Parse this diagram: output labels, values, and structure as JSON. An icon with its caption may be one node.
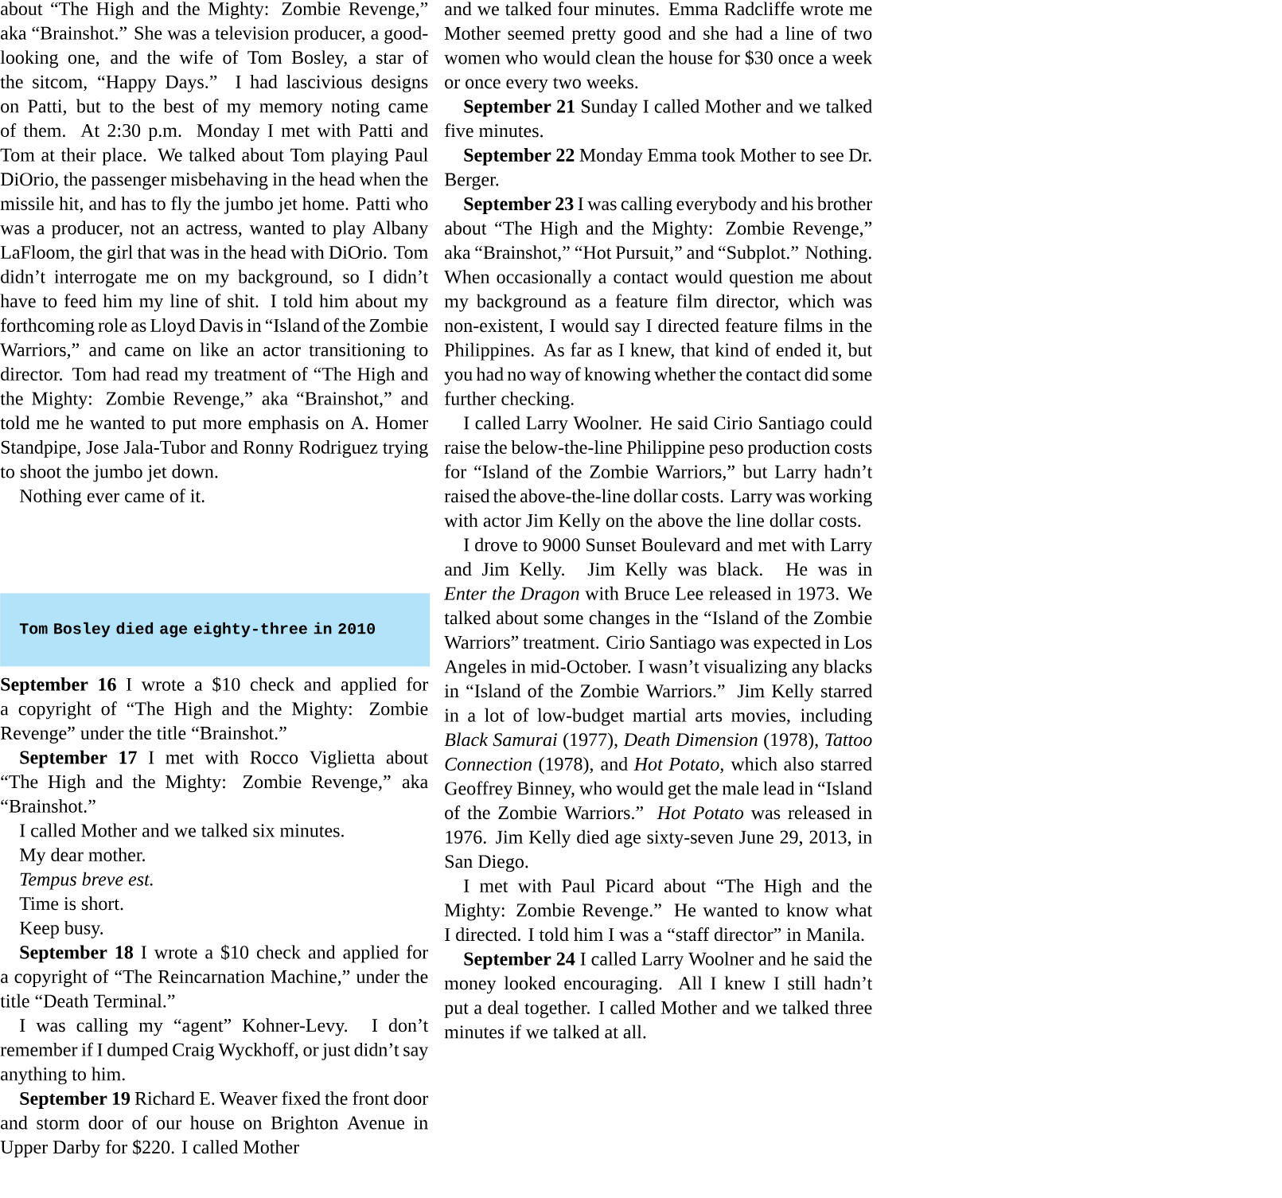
{
  "diagram": {
    "nodes": [
      {
        "text": [
          "Tom Bosley died age eighty-three in 2010"
        ]
      }
    ],
    "labels": [
      "about “The High and the Mighty: Zombie Revenge,” aka “Brainshot.” She was a television producer, a good-looking one, and the wife of Tom Bosley, a star of the sitcom, “Happy Days.” I had lascivious designs on Patti, but to the best of my memory noting came of them. At 2:30 p.m. Monday I met with Patti and Tom at their place. We talked about Tom playing Paul DiOrio, the passenger misbehaving in the head when the missile hit, and has to fly the jumbo jet home. Patti who was a producer, not an actress, wanted to play Albany LaFloom, the girl that was in the head with DiOrio. Tom didn’t interrogate me on my background, so I didn’t have to feed him my line of shit. I told him about my forthcoming role as Lloyd Davis in “Island of the Zombie Warriors,” and came on like an actor transitioning to director. Tom had read my treatment of “The High and the Mighty: Zombie Revenge,” aka “Brainshot,” and told me he wanted to put more emphasis on A. Homer Standpipe, Jose Jala-Tubor and Ronny Rodriguez trying to shoot the jumbo jet down.",
      "Nothing ever came of it.",
      "**September 16** I wrote a $10 check and applied for a copyright of “The High and the Mighty: Zombie Revenge” under the title “Brainshot.”",
      "**September 17** I met with Rocco Viglietta about “The High and the Mighty: Zombie Revenge,” aka “Brainshot.”",
      "I called Mother and we talked six minutes.",
      "My dear mother.",
      "*Tempus breve est.*",
      "Time is short.",
      "Keep busy.",
      "**September 18** I wrote a $10 check and applied for a copyright of “The Reincarnation Machine,” under the title “Death Terminal.”",
      "I was calling my “agent” Kohner-Levy. I don’t remember if I dumped Craig Wyckhoff, or just didn’t say anything to him.",
      "**September 19** Richard E. Weaver fixed the front door and storm door of our house on Brighton Avenue in Upper Darby for $220. I called Mother",
      "and we talked four minutes. Emma Radcliffe wrote me Mother seemed pretty good and she had a line of two women who would clean the house for $30 once a week or once every two weeks.",
      "**September 21** Sunday I called Mother and we talked five minutes.",
      "**September 22** Monday Emma took Mother to see Dr. Berger.",
      "**September 23** I was calling everybody and his brother about “The High and the Mighty: Zombie Revenge,” aka “Brainshot,” “Hot Pursuit,” and “Subplot.” Nothing. When occasionally a contact would question me about my background as a feature film director, which was non-existent, I would say I directed feature films in the Philippines. As far as I knew, that kind of ended it, but you had no way of knowing whether the contact did some further checking.",
      "I called Larry Woolner. He said Cirio Santiago could raise the below-the-line Philippine peso production costs for “Island of the Zombie Warriors,” but Larry hadn’t raised the above-the-line dollar costs. Larry was working with actor Jim Kelly on the above the line dollar costs.",
      "I drove to 9000 Sunset Boulevard and met with Larry and Jim Kelly. Jim Kelly was black. He was in *Enter the Dragon* with Bruce Lee released in 1973. We talked about some changes in the “Island of the Zombie Warriors” treatment. Cirio Santiago was expected in Los Angeles in mid-October. I wasn’t visualizing any blacks in “Island of the Zombie Warriors.” Jim Kelly starred in a lot of low-budget martial arts movies, including *Black Samurai* (1977), *Death Dimension* (1978), *Tattoo Connection* (1978), and *Hot Potato*, which also starred Geoffrey Binney, who would get the male lead in “Island of the Zombie Warriors.” *Hot Potato* was released in 1976. Jim Kelly died age sixty-seven June 29, 2013, in San Diego.",
      "I met with Paul Picard about “The High and the Mighty: Zombie Revenge.” He wanted to know what I directed. I told him I was a “staff director” in Manila.",
      "**September 24** I called Larry Woolner and he said the money looked encouraging. All I knew I still hadn’t put a deal together. I called Mother and we talked three minutes if we talked at all."
    ]
  }
}
